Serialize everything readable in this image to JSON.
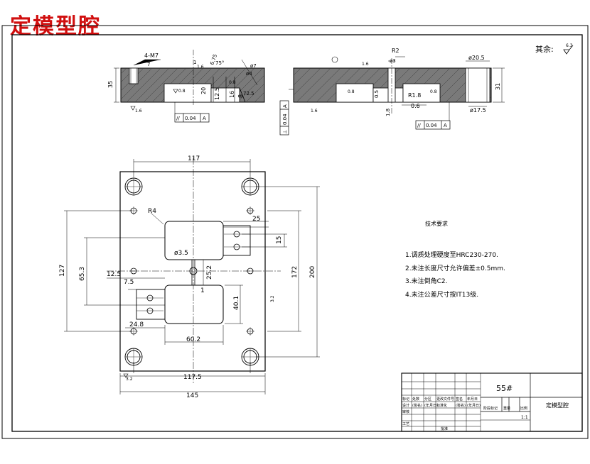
{
  "title": "定模型腔",
  "roughness_note": {
    "prefix": "其余:",
    "value": "6.3"
  },
  "section_left": {
    "thread": "4-M7",
    "depth": "7",
    "height": "35",
    "dim_20": "20",
    "dim_12_5": "12.5",
    "dim_16": "16",
    "dim_8": "8",
    "dim_1": "1",
    "angle_75": "75°",
    "dim_6_75": "6.75",
    "dim_phi7": "ø7",
    "dim_ph4": "ø4",
    "angle_72_5": "72.5",
    "r_0_8": "0.8",
    "r_1_6": "1.6",
    "r_1_6b": "1.6",
    "r_0_8b": "0.8",
    "tolerance": {
      "symbol": "//",
      "value": "0.04",
      "datum": "A"
    }
  },
  "section_right": {
    "dim_R2": "R2",
    "dim_phi3": "ø3",
    "dim_phi20_5": "ø20.5",
    "dim_31": "31",
    "dim_0_5": "0.5",
    "dim_R1_8": "R1.8",
    "dim_0_6": "0.6",
    "dim_1_8": "1.8",
    "dim_phi17_5": "ø17.5",
    "r_1_6": "1.6",
    "r_0_8": "0.8",
    "r_0_8b": "0.8",
    "r_1_6b": "1.6",
    "tolerance": {
      "symbol": "//",
      "value": "0.04",
      "datum": "A"
    },
    "perp": {
      "symbol": "⊥",
      "value": "0.04",
      "datum": "A"
    }
  },
  "plan": {
    "dim_117": "117",
    "dim_R4": "R4",
    "dim_25": "25",
    "dim_15": "15",
    "dim_phi3_5": "ø3.5",
    "dim_12_5": "12.5",
    "dim_25_2": "25.2",
    "dim_7_5": "7.5",
    "dim_1": "1",
    "dim_40_1": "40.1",
    "dim_24_8": "24.8",
    "dim_60_2": "60.2",
    "dim_117_5": "117.5",
    "dim_145": "145",
    "dim_127": "127",
    "dim_65_3": "65.3",
    "dim_172": "172",
    "dim_200": "200",
    "rough_3_2": "3.2",
    "rough_3_2b": "3.2"
  },
  "tech_req": {
    "heading": "技术要求",
    "items": [
      "1.调质处理硬度至HRC230-270.",
      "2.未注长度尺寸允许偏差±0.5mm.",
      "3.未注倒角C2.",
      "4.未注公差尺寸按IT13级."
    ]
  },
  "title_block": {
    "part_no": "55#",
    "part_name": "定模型腔",
    "labels": [
      "标记",
      "处数",
      "分区",
      "更改文件号",
      "签名",
      "年月日",
      "设计",
      "(签名)",
      "(年月日)",
      "标准化",
      "(签名)",
      "(年月日)",
      "阶段标记",
      "重量",
      "比例",
      "审核",
      "工艺",
      "批准"
    ],
    "scale": "1:1"
  }
}
